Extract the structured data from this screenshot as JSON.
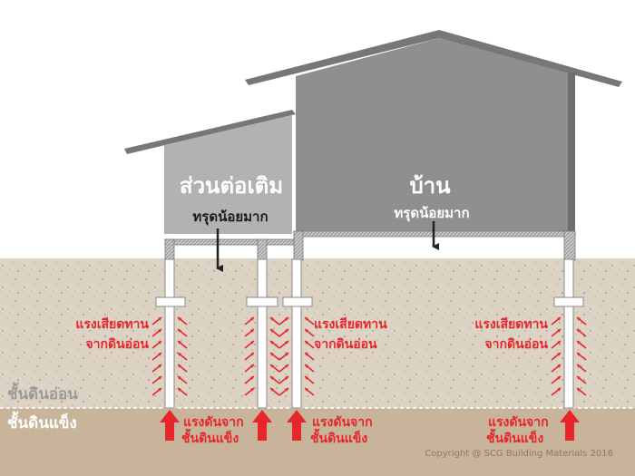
{
  "labels": {
    "extension_title": "ส่วนต่อเติม",
    "extension_sub": "ทรุดน้อยมาก",
    "house_title": "บ้าน",
    "house_sub": "ทรุดน้อยมาก",
    "friction_line1": "แรงเสียดทาน",
    "friction_line2": "จากดินอ่อน",
    "bearing_line1": "แรงดันจาก",
    "bearing_line2": "ชั้นดินแข็ง",
    "soft_soil": "ชั้นดินอ่อน",
    "hard_soil": "ชั้นดินแข็ง",
    "copyright": "Copyright  @ SCG Building Materials 2016"
  },
  "colors": {
    "sky": "#ffffff",
    "roof": "#777777",
    "house_wall": "#8f8f8f",
    "extension_wall": "#b2b2b2",
    "soft_soil": "#ddd3c5",
    "hard_soil": "#c7b49b",
    "force_arrow": "#e6262b"
  }
}
